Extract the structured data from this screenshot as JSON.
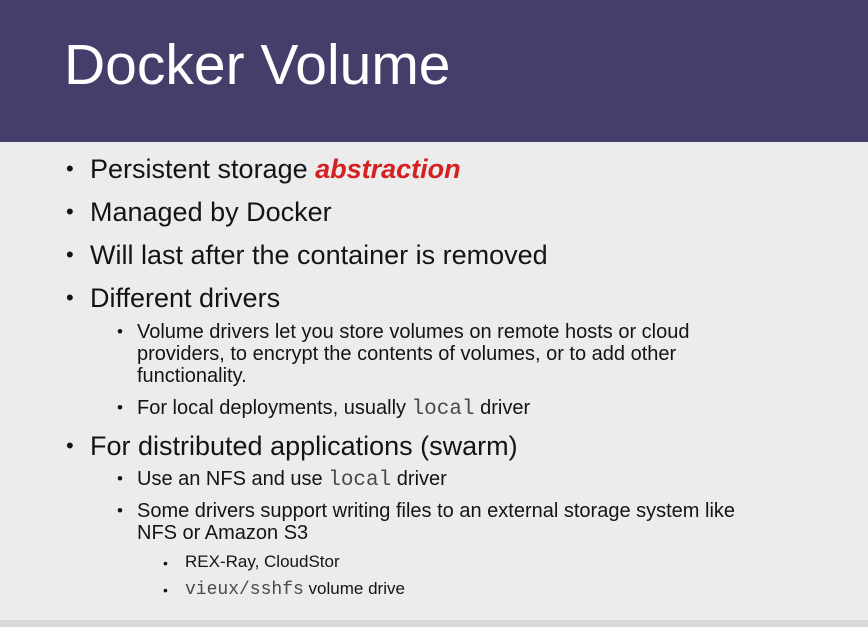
{
  "slide": {
    "title": "Docker Volume",
    "accent_color": "#d42020",
    "title_bar_color": "#463d6b"
  },
  "bullets": {
    "b1": {
      "prefix": "Persistent storage ",
      "emphasis": "abstraction"
    },
    "b2": {
      "text": "Managed by Docker"
    },
    "b3": {
      "text": "Will last after the container is removed"
    },
    "b4": {
      "text": "Different drivers",
      "sub1": {
        "text": "Volume drivers let you store volumes on remote hosts or cloud providers, to encrypt the contents of volumes, or to add other functionality."
      },
      "sub2": {
        "prefix": "For local deployments, usually ",
        "code": "local",
        "suffix": " driver"
      }
    },
    "b5": {
      "text": "For distributed applications (swarm)",
      "sub1": {
        "prefix": "Use an NFS and use ",
        "code": "local",
        "suffix": " driver"
      },
      "sub2": {
        "text": "Some drivers support writing files to an external storage system like NFS or Amazon S3",
        "sub1": {
          "text": "REX-Ray, CloudStor"
        },
        "sub2": {
          "code": "vieux/sshfs",
          "suffix": " volume drive"
        }
      }
    }
  },
  "bullet_glyphs": {
    "level1": "•",
    "level2": "•",
    "level3": "•"
  }
}
